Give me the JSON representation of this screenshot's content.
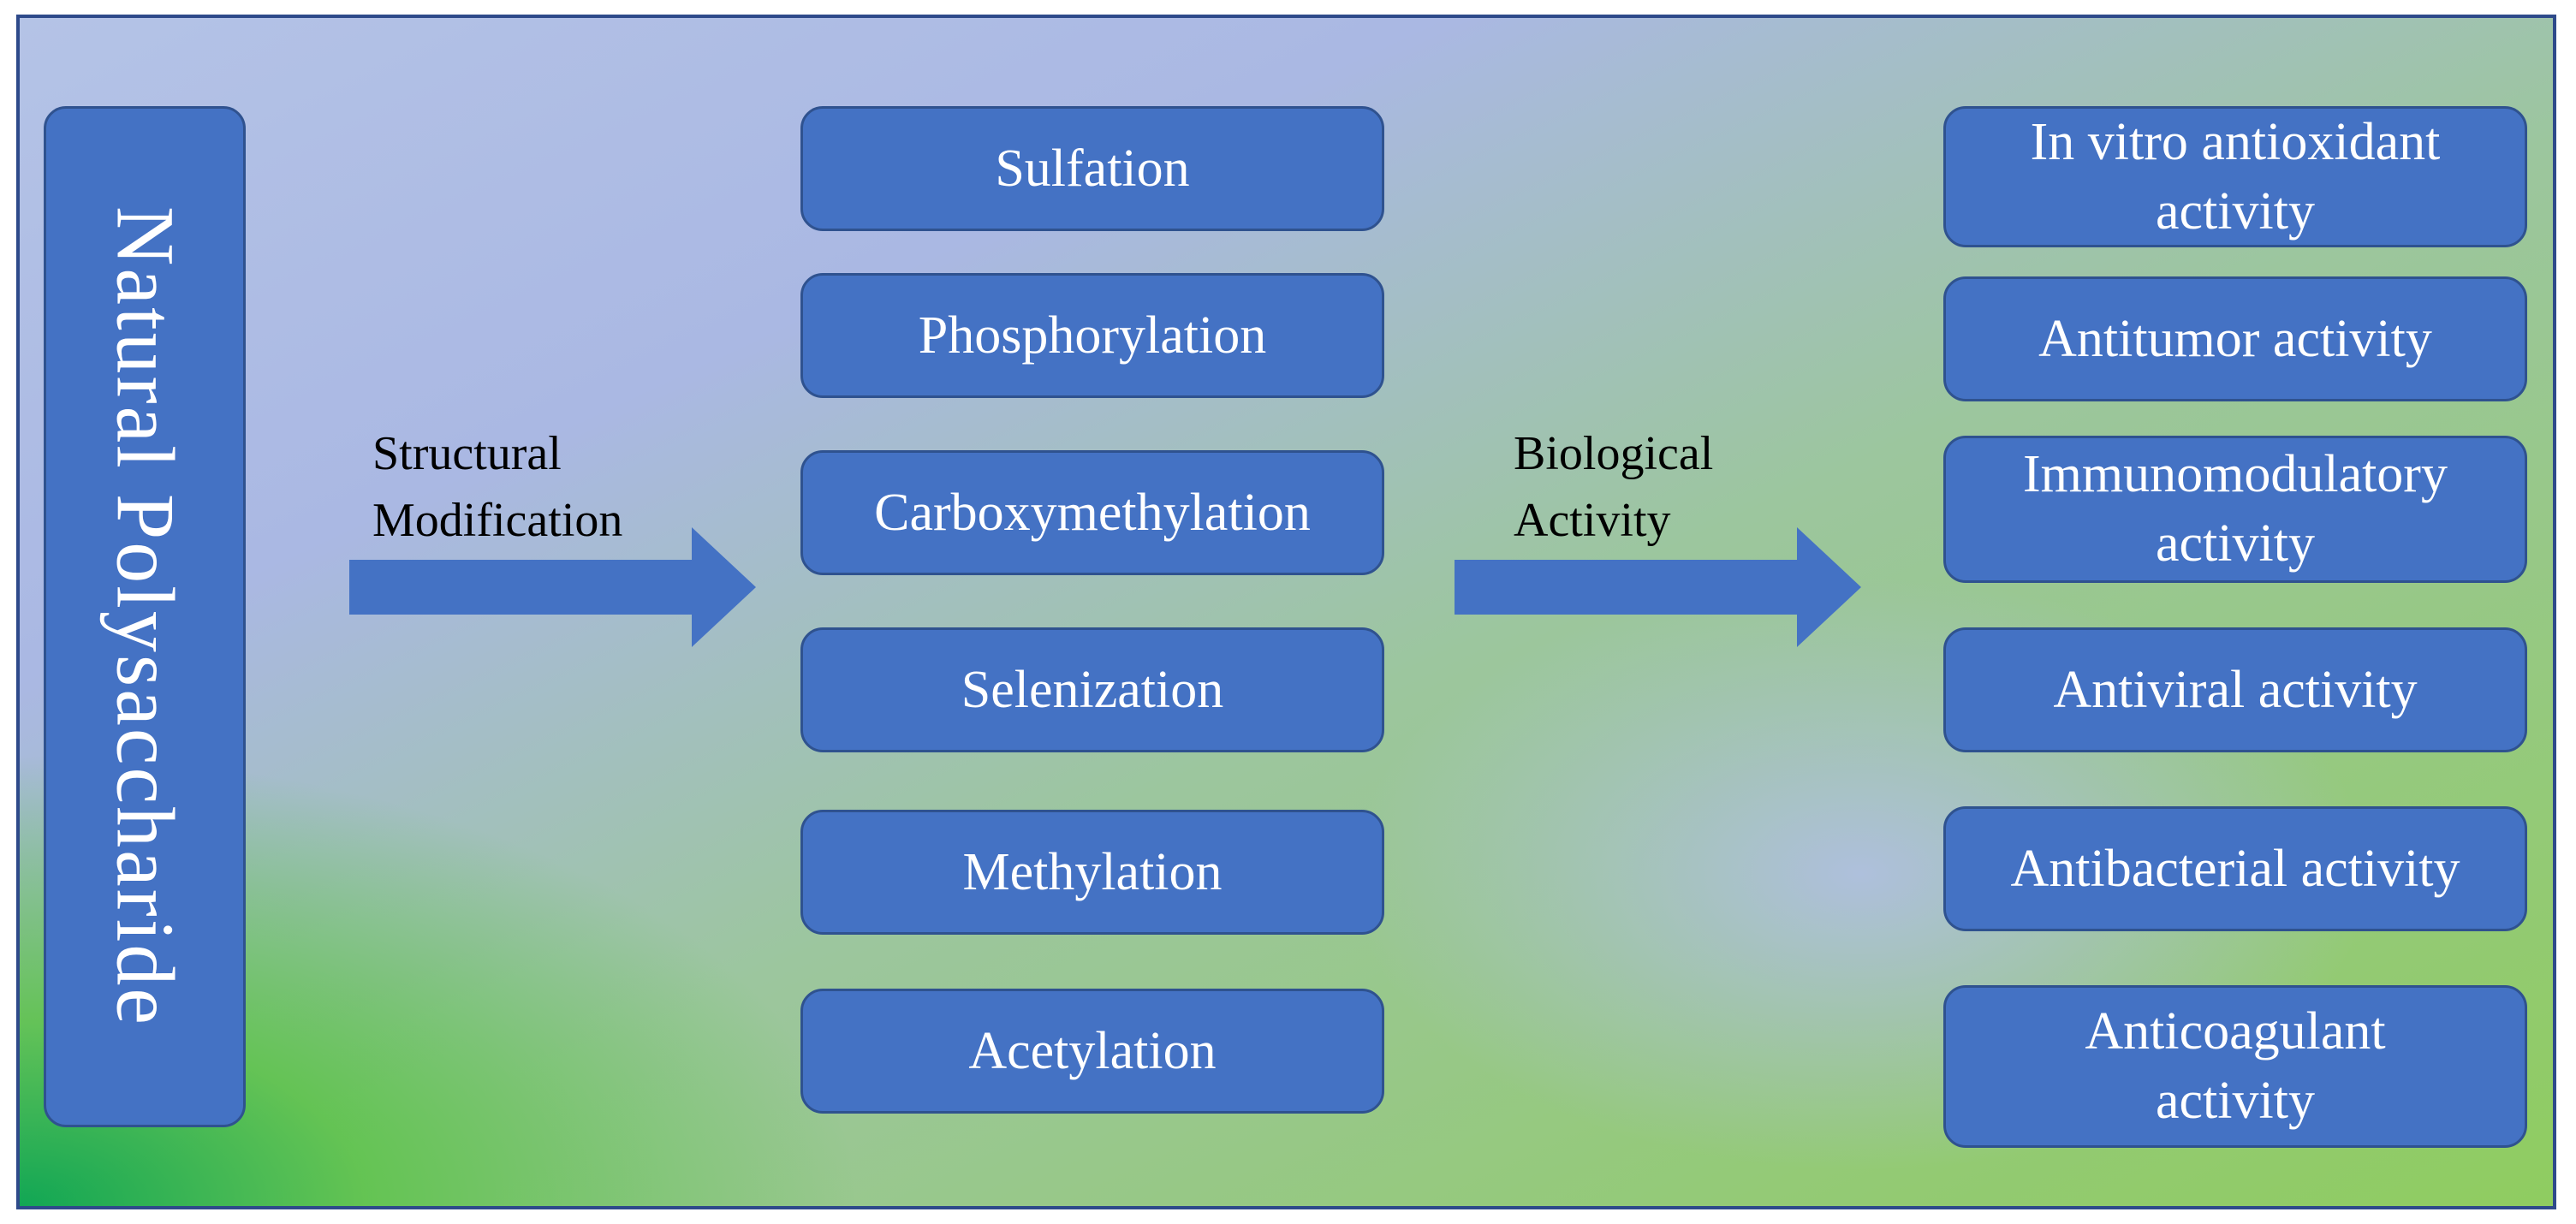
{
  "source": {
    "label": "Natural Polysaccharide"
  },
  "step1": {
    "label_line1": "Structural",
    "label_line2": "Modification"
  },
  "step2": {
    "label_line1": "Biological",
    "label_line2": "Activity"
  },
  "modifications": [
    "Sulfation",
    "Phosphorylation",
    "Carboxymethylation",
    "Selenization",
    "Methylation",
    "Acetylation"
  ],
  "activities": [
    {
      "line1": "In vitro antioxidant",
      "line2": "activity"
    },
    {
      "line1": "Antitumor activity",
      "line2": ""
    },
    {
      "line1": "Immunomodulatory",
      "line2": "activity"
    },
    {
      "line1": "Antiviral activity",
      "line2": ""
    },
    {
      "line1": "Antibacterial activity",
      "line2": ""
    },
    {
      "line1": "Anticoagulant",
      "line2": "activity"
    }
  ],
  "colors": {
    "box_fill": "#4472c4",
    "box_border": "#2f528f",
    "frame": "#2e4a8a"
  }
}
